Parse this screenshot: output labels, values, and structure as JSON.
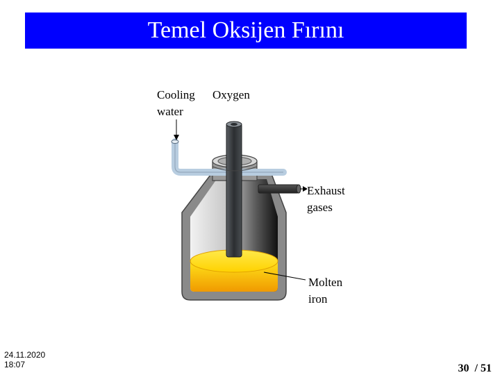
{
  "slide": {
    "title": "Temel Oksijen Fırını",
    "date": "24.11.2020",
    "time": "18:07",
    "page_current": "30",
    "page_separator": "/",
    "page_total": "51"
  },
  "diagram": {
    "labels": {
      "cooling_water_line1": "Cooling",
      "cooling_water_line2": "water",
      "oxygen": "Oxygen",
      "exhaust_line1": "Exhaust",
      "exhaust_line2": "gases",
      "molten_line1": "Molten",
      "molten_line2": "iron"
    }
  },
  "colors": {
    "title_bar": "#0000ff",
    "title_text": "#ffffff",
    "vessel_shell": "#8a8a8a",
    "vessel_interior": "#d0d0d0",
    "lance": "#3c3f42",
    "cooling_pipe": "#b8cde0",
    "molten_iron": "#f5a800"
  }
}
